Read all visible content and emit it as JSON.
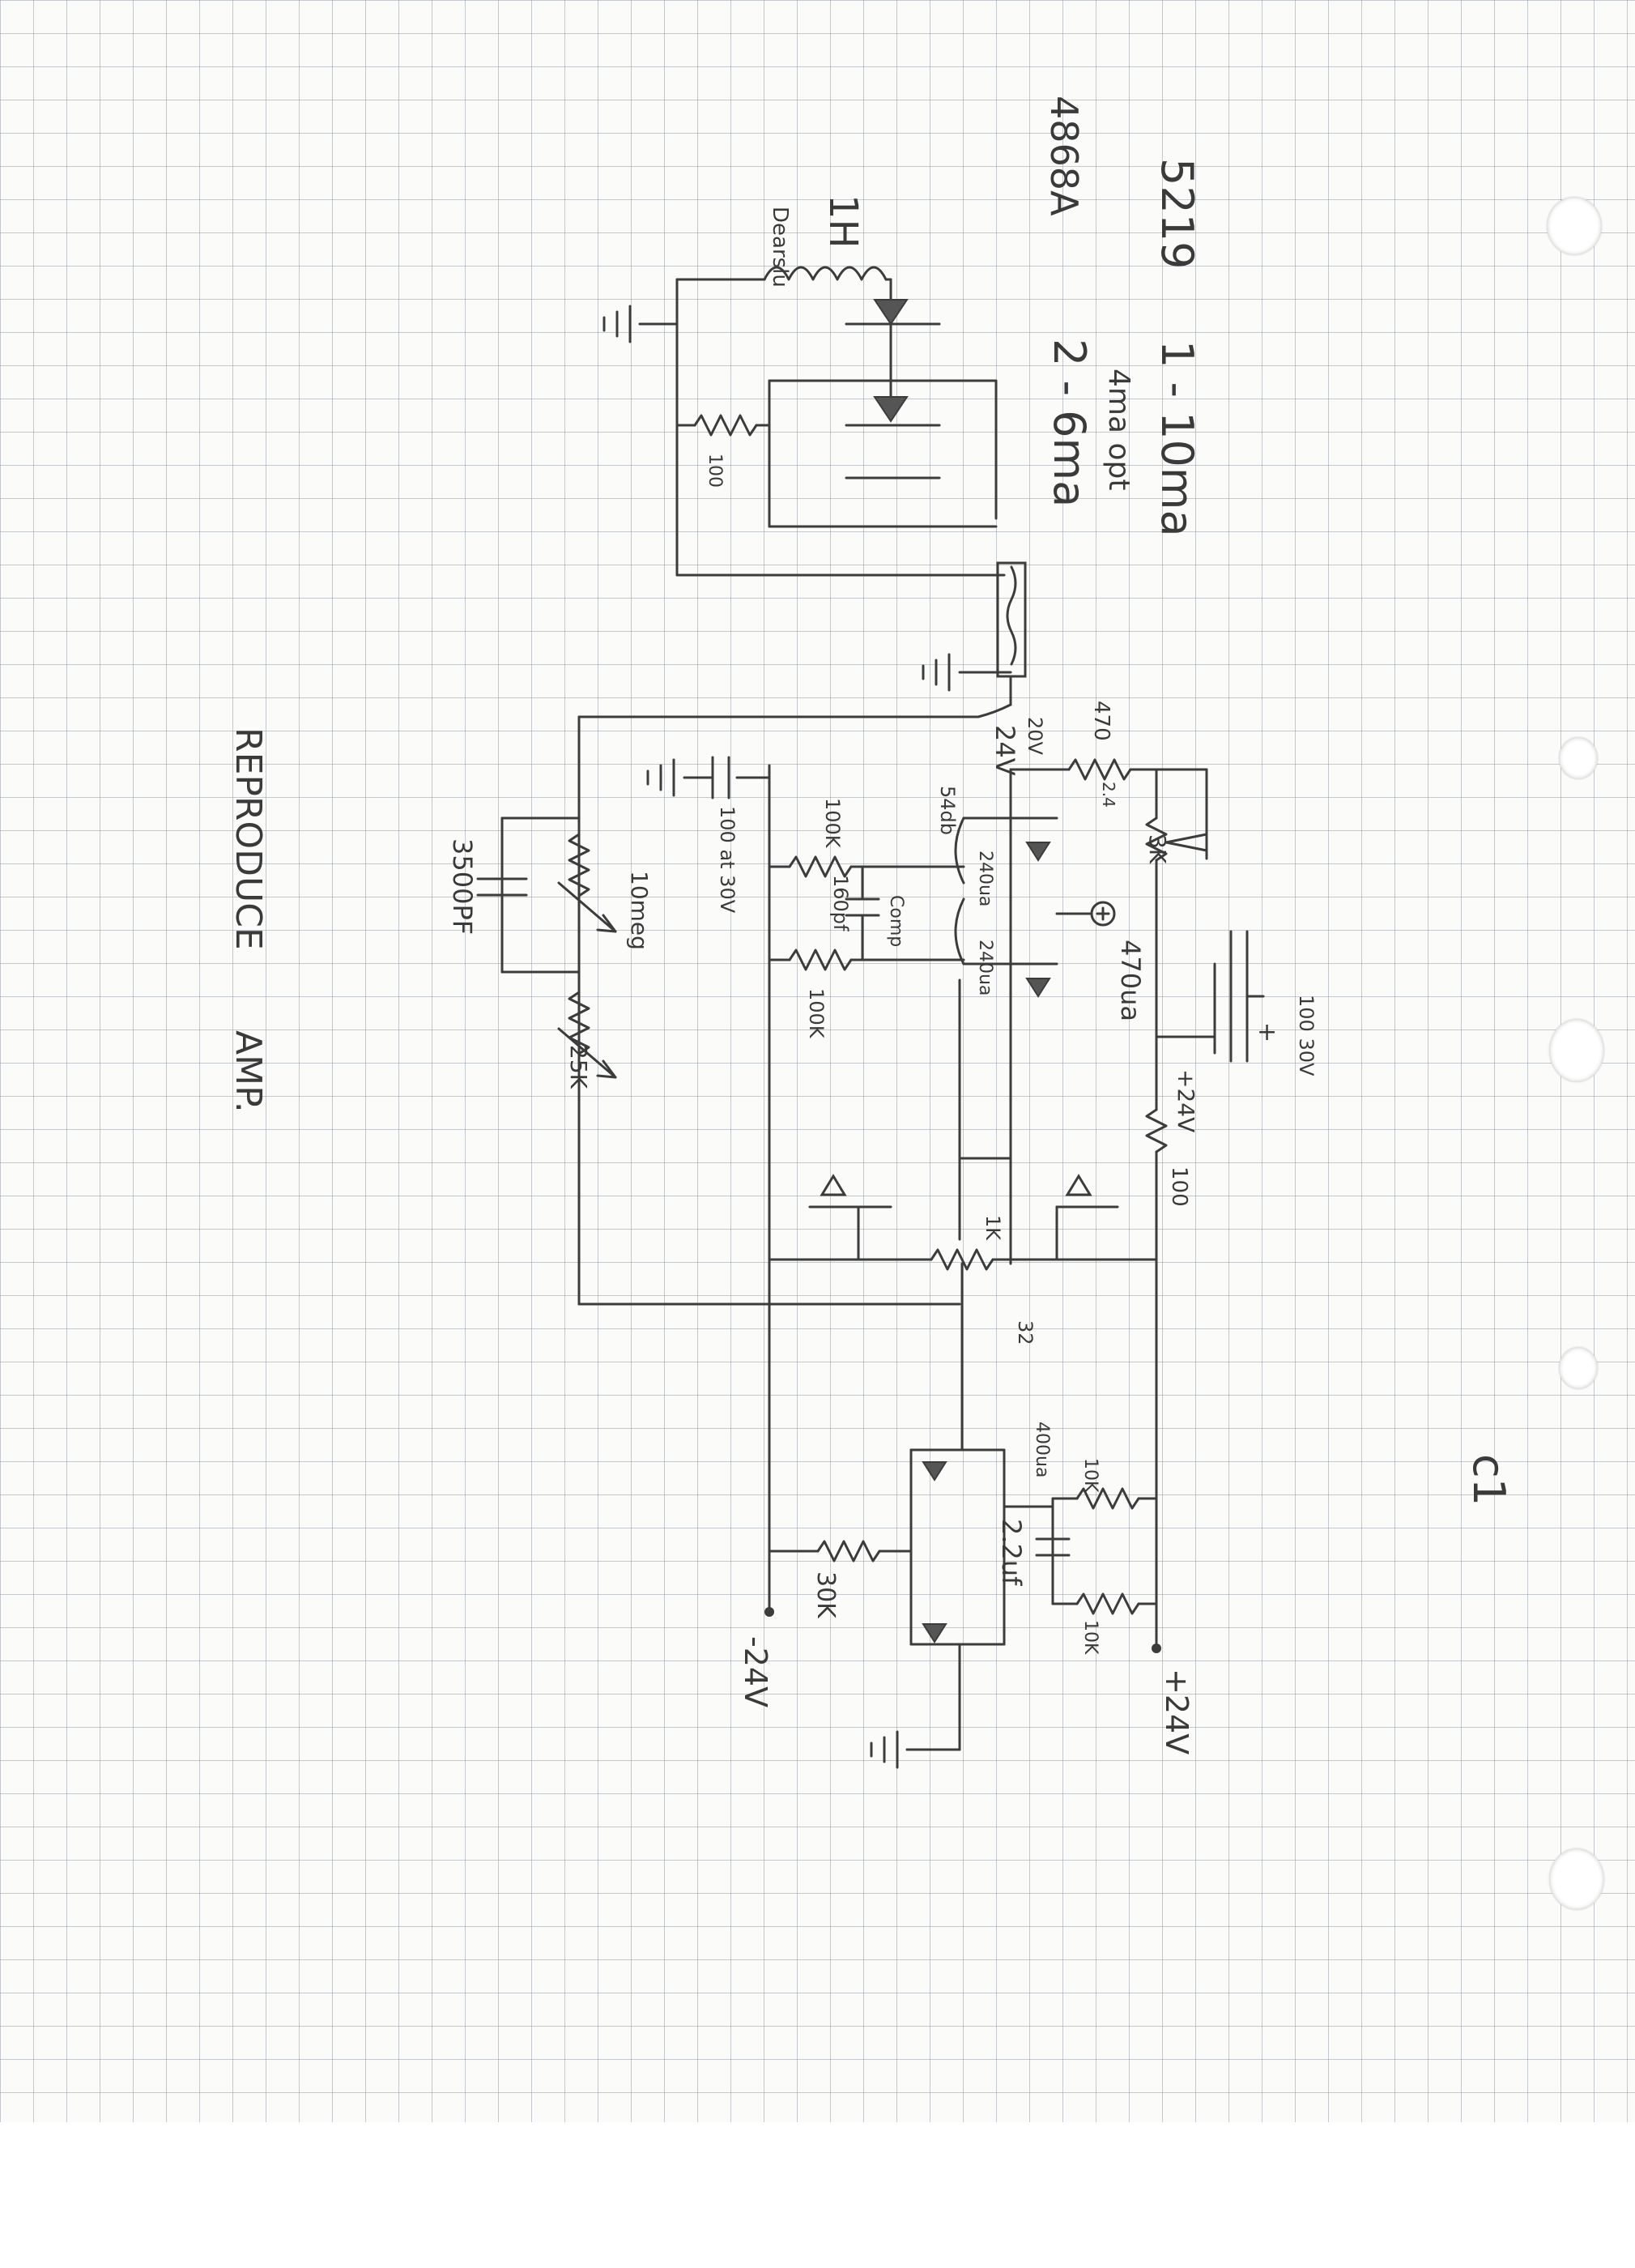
{
  "sheet": {
    "page_label": "c1"
  },
  "header": {
    "part_1": "5219",
    "part_1_current": "1 - 10ma",
    "part_1_note": "4ma opt",
    "part_2": "4868A",
    "part_2_current": "2 - 6ma"
  },
  "title": {
    "line_1": "REPRODUCE",
    "line_2": "AMP."
  },
  "labels": {
    "inductor": "1H",
    "inductor_note": "Dearslu",
    "r_100_head": "100",
    "head_voltage": "20V",
    "mid_voltage": "24V",
    "r_470": "470",
    "r_470_note": "2.4",
    "r_3k": "3K",
    "cap_100_30v": "100 30V",
    "plus_24_mid": "+24V",
    "r_100_supply": "100",
    "gain_db": "54db",
    "current_240_a": "240ua",
    "current_240_b": "240ua",
    "current_470": "470ua",
    "r_100k_a": "100K",
    "r_100k_b": "100K",
    "cap_160pf": "160pf",
    "cap_comp": "Comp",
    "cap_100_30v_gnd": "100 at 30V",
    "pot_10meg": "10meg",
    "cap_3500pf": "3500PF",
    "pot_25k": "25K",
    "r_1k": "1K",
    "r_3_2": "32",
    "current_400": "400ua",
    "r_10k_a": "10K",
    "r_10k_b": "10K",
    "cap_2_2": "2.2uf",
    "r_30k": "30K",
    "supply_neg": "-24V",
    "supply_pos": "+24V"
  },
  "colors": {
    "paper": "#fbfbfa",
    "grid": "#8a929a",
    "pencil": "#3c3c3c"
  }
}
